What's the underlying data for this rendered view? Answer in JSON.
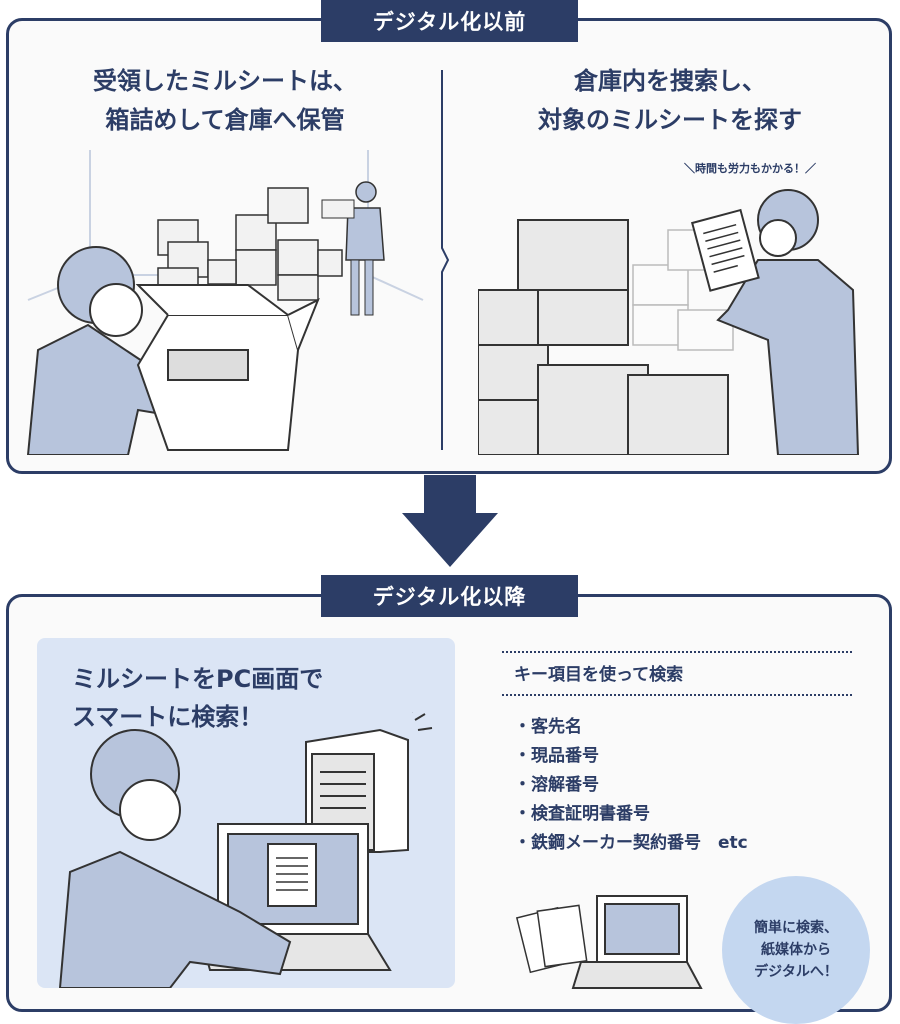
{
  "before": {
    "tab_label": "デジタル化以前",
    "left_heading": [
      "受領したミルシートは、",
      "箱詰めして倉庫へ保管"
    ],
    "right_heading": [
      "倉庫内を捜索し、",
      "対象のミルシートを探す"
    ],
    "note": "＼時間も労力もかかる！／"
  },
  "after": {
    "tab_label": "デジタル化以降",
    "blue_heading": [
      "ミルシートをPC画面で",
      "スマートに検索！"
    ],
    "search_title": "キー項目を使って検索",
    "keys": [
      "・客先名",
      "・現品番号",
      "・溶解番号",
      "・検査証明書番号",
      "・鉄鋼メーカー契約番号　etc"
    ],
    "circle_text": [
      "簡単に検索、",
      "紙媒体から",
      "デジタルへ！"
    ]
  },
  "colors": {
    "navy": "#2c3d66",
    "light_blue": "#dbe5f5",
    "circle_blue": "#c4d7f0",
    "figure_blue": "#b7c4dc"
  }
}
